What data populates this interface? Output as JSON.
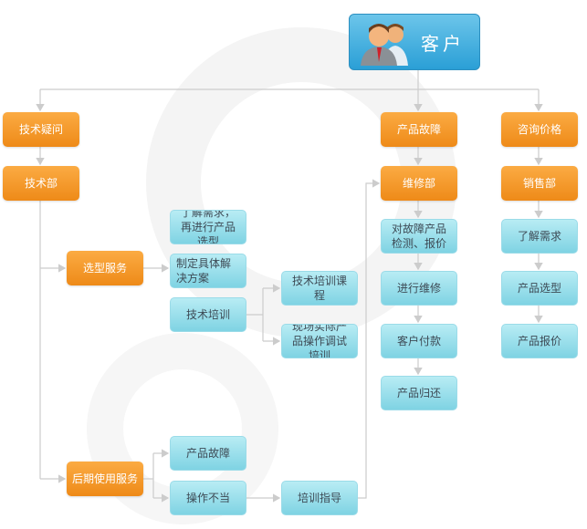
{
  "customer": {
    "label": "客户",
    "icon": "users-icon"
  },
  "left": {
    "question": "技术疑问",
    "dept": "技术部",
    "selection_service": "选型服务",
    "selection_items": [
      "了解需求，再进行产品选型",
      "制定具体解决方案",
      "技术培训"
    ],
    "training_items": [
      "技术培训课程",
      "现场实际产品操作调试培训"
    ],
    "after_service": "后期使用服务",
    "after_items": [
      "产品故障",
      "操作不当"
    ],
    "guidance": "培训指导"
  },
  "middle": {
    "fault": "产品故障",
    "dept": "维修部",
    "steps": [
      "对故障产品检测、报价",
      "进行维修",
      "客户付款",
      "产品归还"
    ]
  },
  "right": {
    "inquiry": "咨询价格",
    "dept": "销售部",
    "steps": [
      "了解需求",
      "产品选型",
      "产品报价"
    ]
  },
  "colors": {
    "orange": "#f39a2a",
    "cyan": "#9ee0ec",
    "blue": "#3aaee0",
    "line": "#cccccc"
  }
}
